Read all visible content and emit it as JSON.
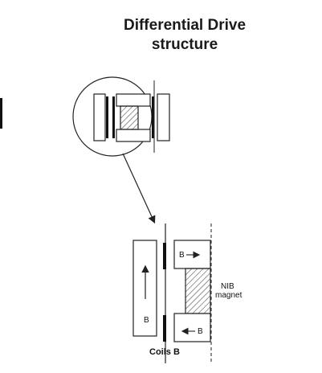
{
  "title": {
    "line1": "Differential Drive",
    "line2": "structure"
  },
  "labels": {
    "b_top": "B",
    "b_bottom": "B",
    "b_coil": "B",
    "magnet_line1": "NIB",
    "magnet_line2": "magnet",
    "coils": "Coils B"
  }
}
